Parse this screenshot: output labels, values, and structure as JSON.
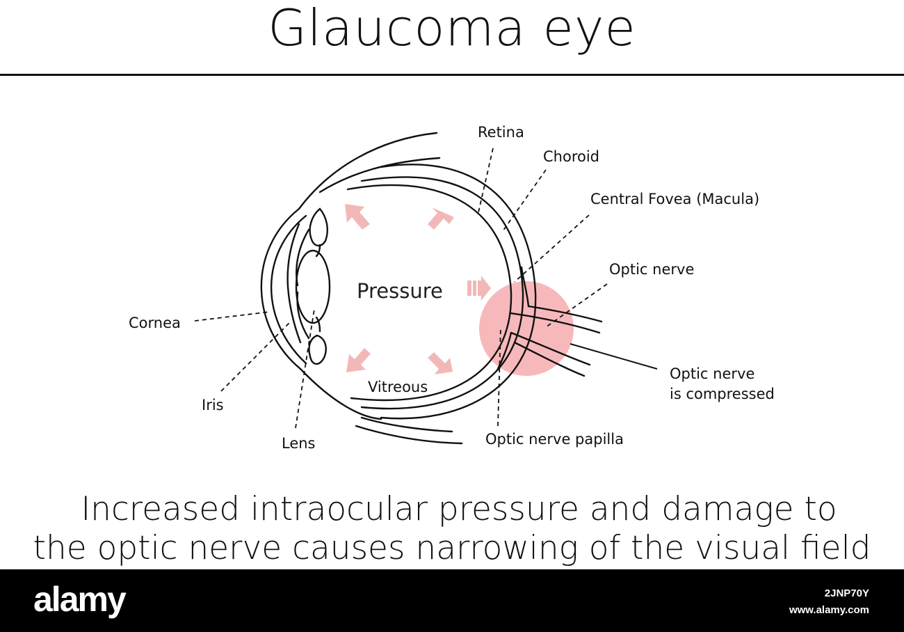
{
  "title": "Glaucoma eye",
  "labels": {
    "retina": "Retina",
    "choroid": "Choroid",
    "central_fovea": "Central Fovea (Macula)",
    "optic_nerve": "Optic nerve",
    "optic_nerve_compressed_line1": "Optic nerve",
    "optic_nerve_compressed_line2": "is compressed",
    "optic_nerve_papilla": "Optic nerve papilla",
    "cornea": "Cornea",
    "iris": "Iris",
    "lens": "Lens",
    "vitreous": "Vitreous",
    "pressure": "Pressure"
  },
  "caption": {
    "line1": "Increased intraocular pressure and damage to",
    "line2": "the optic nerve causes narrowing of the visual field"
  },
  "footer": {
    "brand": "alamy",
    "image_id": "2JNP70Y",
    "site": "www.alamy.com"
  },
  "colors": {
    "line": "#111111",
    "pressure_arrow": "#f2b8b8",
    "compression_zone": "#f4a0a6"
  }
}
